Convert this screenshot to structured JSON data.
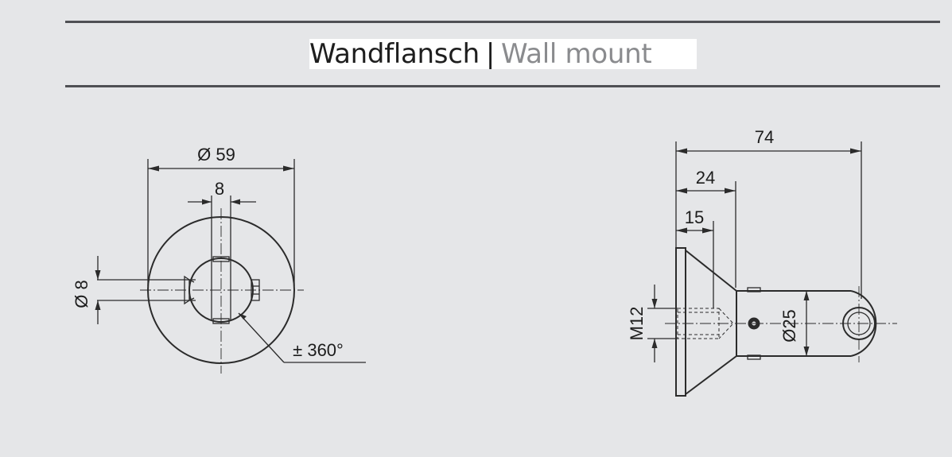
{
  "header": {
    "title_de": "Wandflansch",
    "separator": "|",
    "title_en": "Wall mount"
  },
  "front_view": {
    "dim_diameter": "Ø 59",
    "dim_width": "8",
    "dim_pin": "Ø 8",
    "dim_rotation": "± 360°"
  },
  "side_view": {
    "dim_overall": "74",
    "dim_24": "24",
    "dim_15": "15",
    "dim_thread": "M12",
    "dim_tube": "Ø25"
  },
  "colors": {
    "background": "#e5e6e8",
    "rule": "#4f5054",
    "title_dark": "#1e1e1e",
    "title_light": "#8a8b8e"
  }
}
